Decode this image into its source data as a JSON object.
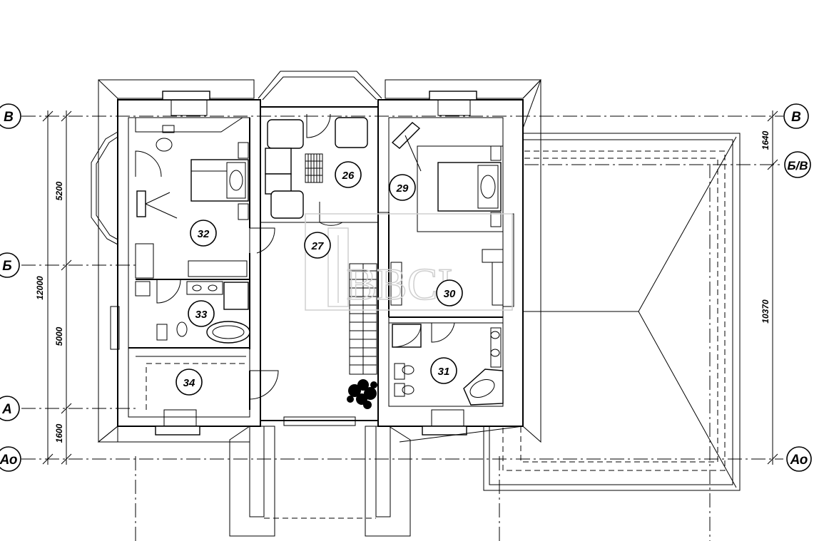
{
  "axes": {
    "v_left": "В",
    "b": "Б",
    "a": "А",
    "ao_left": "Ао",
    "v_right": "В",
    "bv_right": "Б/В",
    "ao_right": "Ао"
  },
  "rooms": {
    "r26": "26",
    "r27": "27",
    "r29": "29",
    "r30": "30",
    "r31": "31",
    "r32": "32",
    "r33": "33",
    "r34": "34"
  },
  "dimensions": {
    "left_total": "12000",
    "left_top": "5200",
    "left_mid": "5000",
    "left_bottom": "1600",
    "right_top": "1640",
    "right_total": "10370"
  },
  "watermark": {
    "text": "BBCI"
  }
}
